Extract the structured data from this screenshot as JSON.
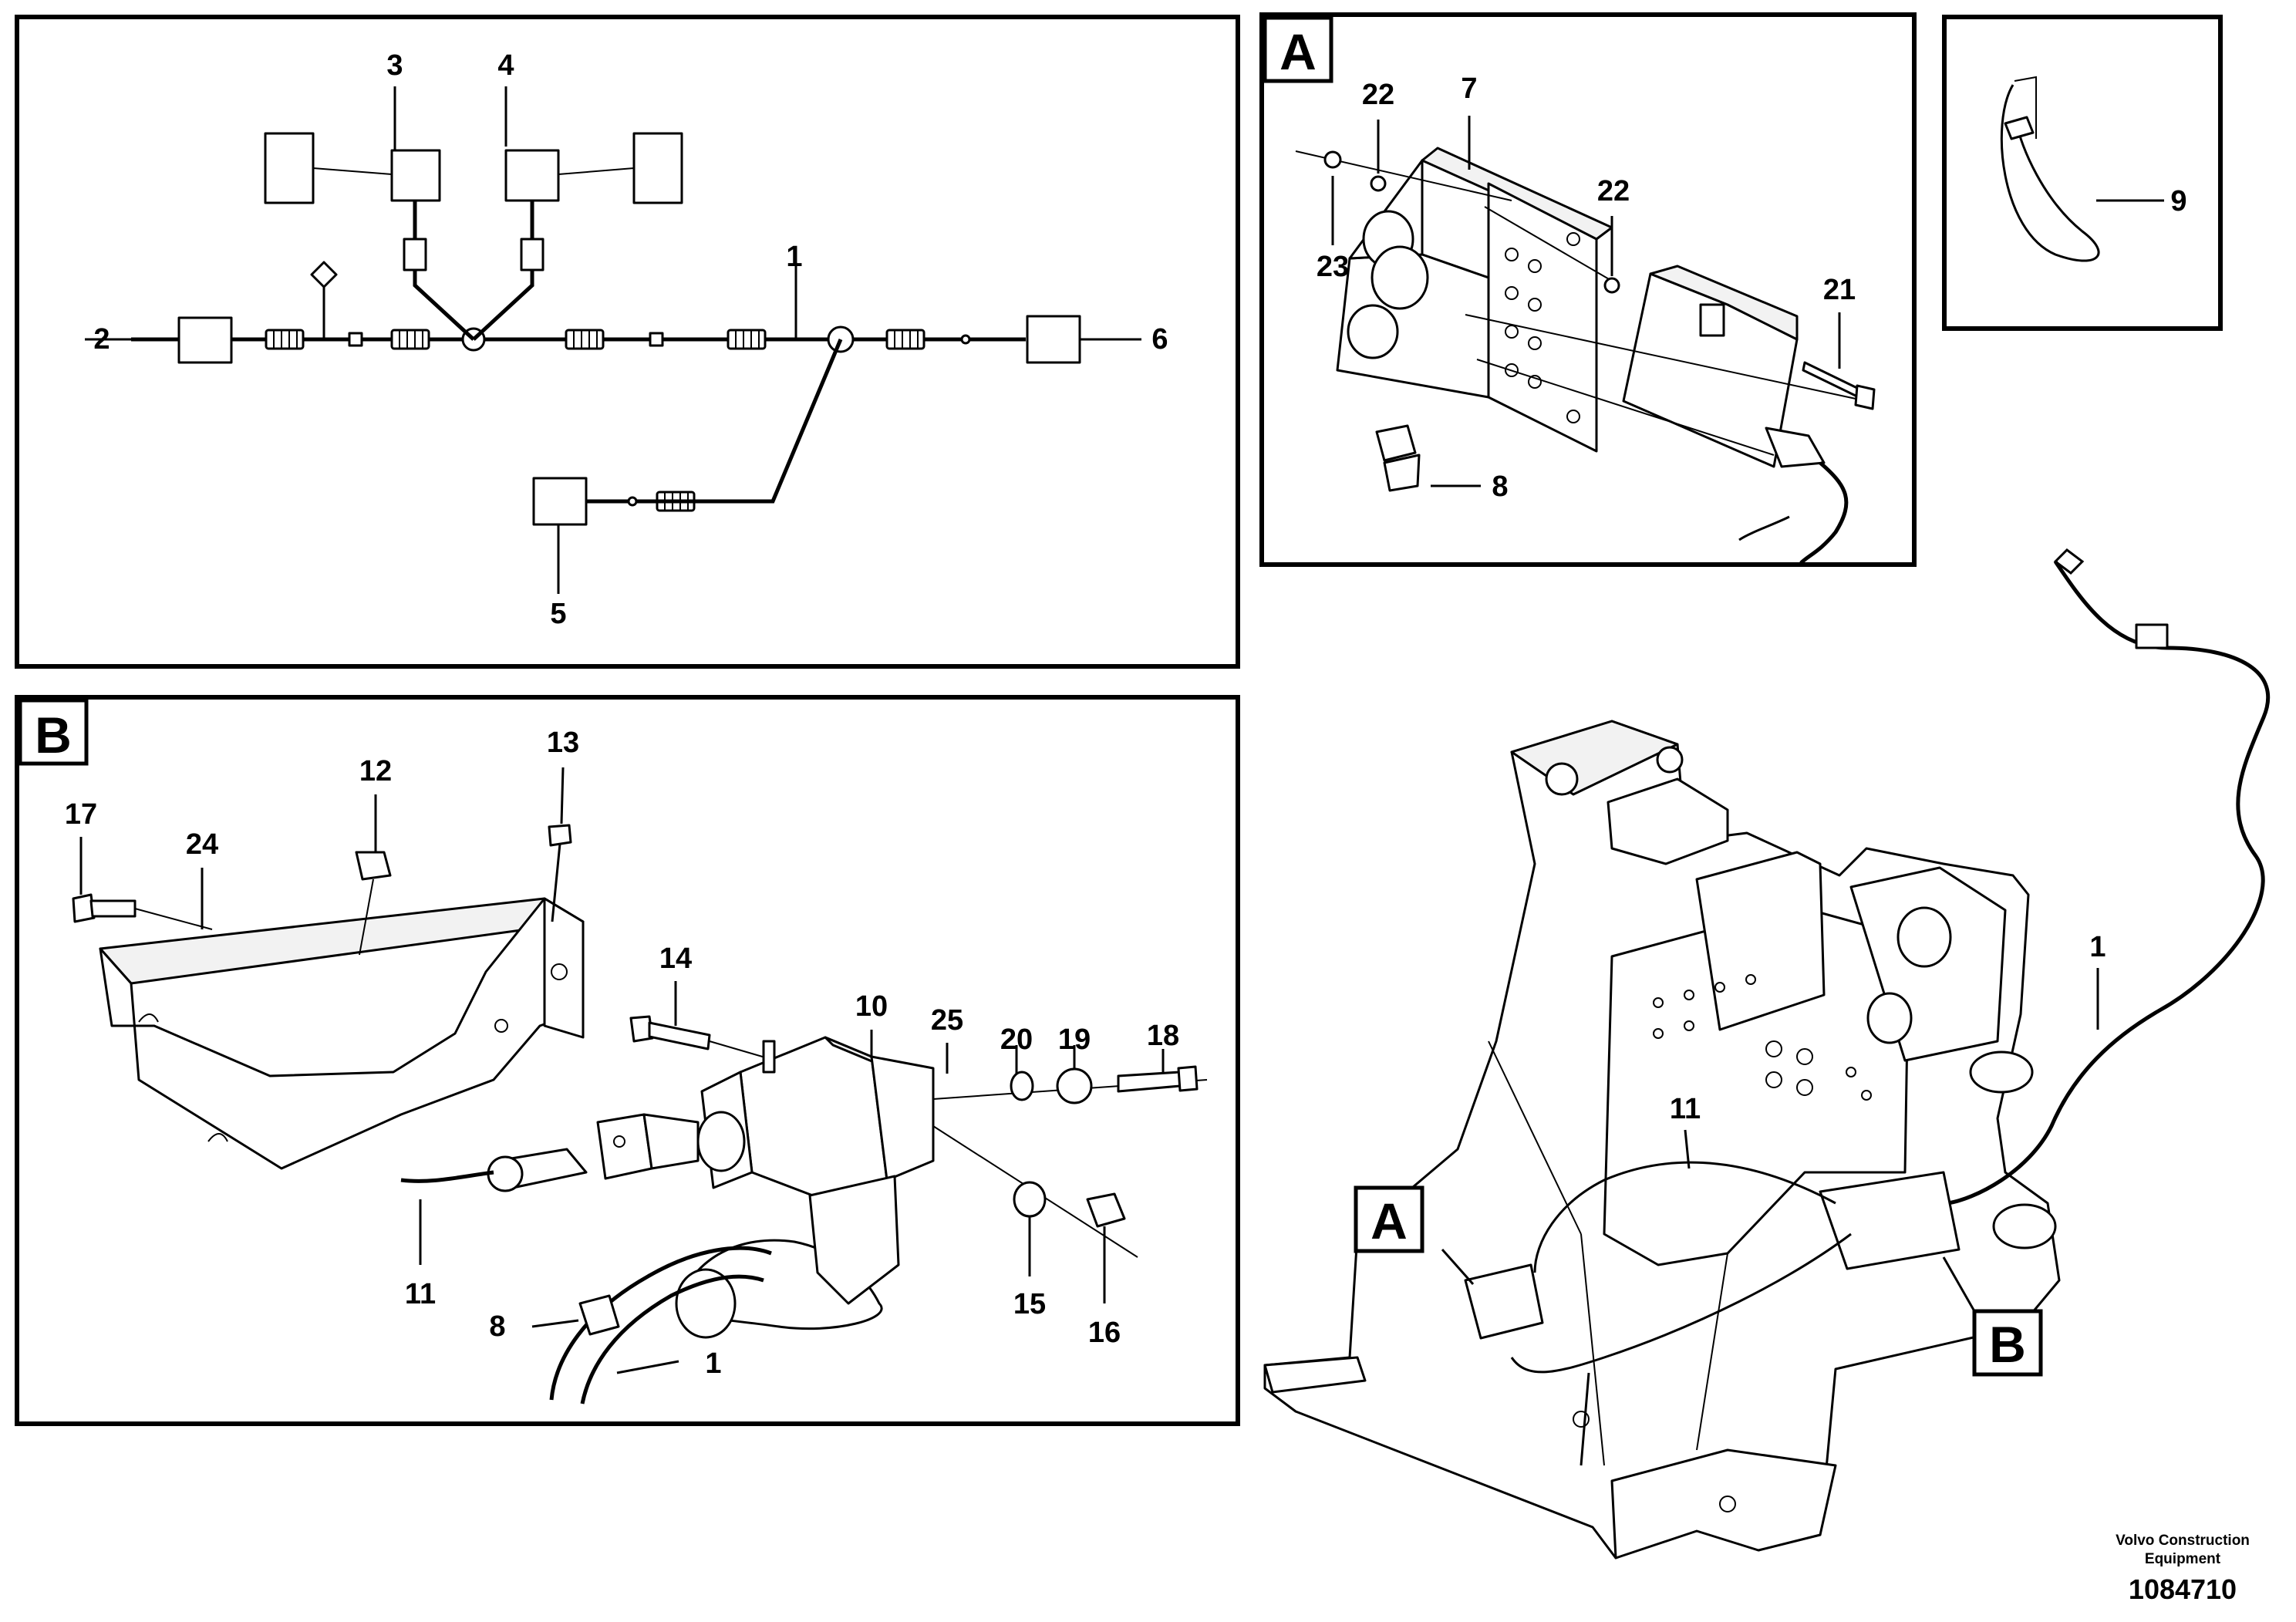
{
  "panels": {
    "schematic": {
      "callouts": {
        "c1": "1",
        "c2": "2",
        "c3": "3",
        "c4": "4",
        "c5": "5",
        "c6": "6"
      }
    },
    "detail_a": {
      "label": "A",
      "callouts": {
        "c7": "7",
        "c8": "8",
        "c21": "21",
        "c22a": "22",
        "c22b": "22",
        "c23": "23"
      }
    },
    "detail_tie": {
      "callouts": {
        "c9": "9"
      }
    },
    "detail_b": {
      "label": "B",
      "callouts": {
        "c1": "1",
        "c8": "8",
        "c10": "10",
        "c11": "11",
        "c12": "12",
        "c13": "13",
        "c14": "14",
        "c15": "15",
        "c16": "16",
        "c17": "17",
        "c18": "18",
        "c19": "19",
        "c20": "20",
        "c24": "24",
        "c25": "25"
      }
    },
    "overview": {
      "label_a": "A",
      "label_b": "B",
      "callouts": {
        "c1": "1",
        "c11": "11"
      }
    }
  },
  "footer": {
    "company_line1": "Volvo Construction",
    "company_line2": "Equipment",
    "document_number": "1084710"
  }
}
